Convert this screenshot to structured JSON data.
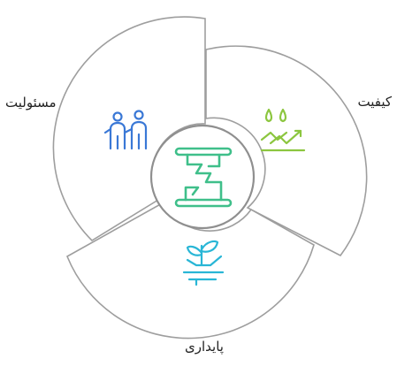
{
  "segments": [
    {
      "key": "quality",
      "label": "کیفیت",
      "icon": "quality-growth-icon",
      "color": "#8cc63f"
    },
    {
      "key": "sustainability",
      "label": "پایداری",
      "icon": "sustainability-plant-icon",
      "color": "#29b6d6"
    },
    {
      "key": "responsibility",
      "label": "مسئولیت",
      "icon": "responsibility-people-icon",
      "color": "#3a78d6"
    }
  ],
  "center": {
    "icon": "core-structure-icon",
    "color": "#3fbf8a"
  },
  "colors": {
    "outline": "#9e9e9e",
    "hub_outline": "#8f8f8f",
    "text": "#222222"
  }
}
